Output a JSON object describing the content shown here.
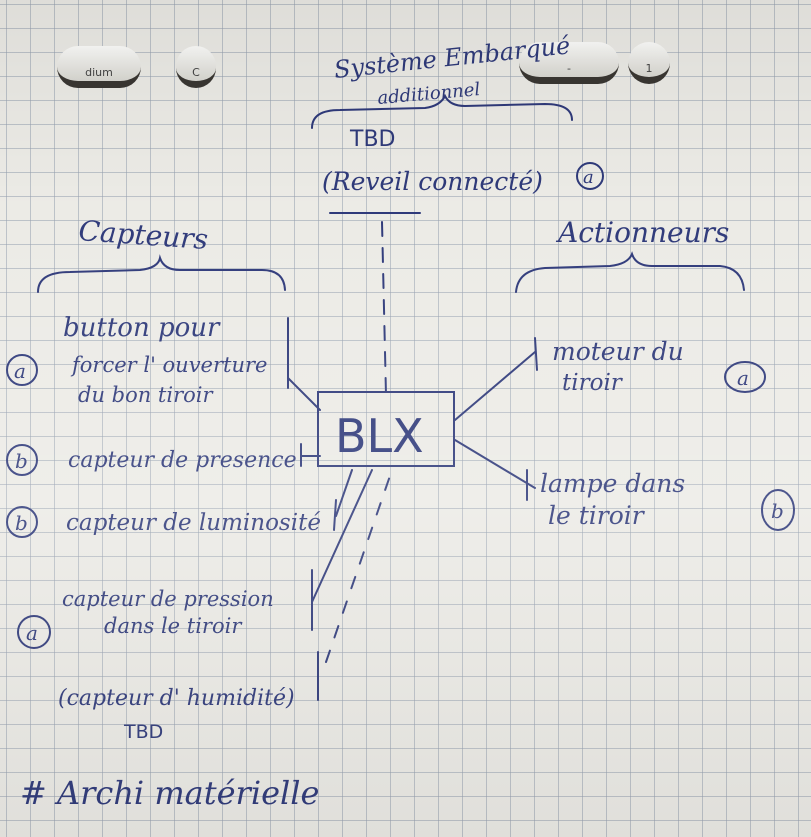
{
  "holes": [
    {
      "text": "dium"
    },
    {
      "text": "C"
    },
    {
      "text": "-"
    },
    {
      "text": "1"
    }
  ],
  "system_block": {
    "title_line1": "Système Embarqué",
    "title_line2": "additionnel",
    "tbd": "TBD",
    "item": "(Reveil connecté)",
    "item_tag": "a"
  },
  "groups": {
    "sensors_heading": "Capteurs",
    "actuators_heading": "Actionneurs"
  },
  "center": {
    "label": "BLX"
  },
  "sensors": [
    {
      "lines": [
        "button pour",
        "forcer l' ouverture",
        "du bon tiroir"
      ],
      "tag": "a"
    },
    {
      "lines": [
        "capteur de presence"
      ],
      "tag": "b"
    },
    {
      "lines": [
        "capteur de luminosité"
      ],
      "tag": "b"
    },
    {
      "lines": [
        "capteur de pression",
        "dans le tiroir"
      ],
      "tag": "a"
    },
    {
      "lines": [
        "(capteur d' humidité)",
        "TBD"
      ],
      "tag": ""
    }
  ],
  "actuators": [
    {
      "lines": [
        "moteur du",
        "tiroir"
      ],
      "tag": "a"
    },
    {
      "lines": [
        "lampe dans",
        "le tiroir"
      ],
      "tag": "b"
    }
  ],
  "footer": {
    "title": "# Archi matérielle"
  },
  "colors": {
    "ink": "#2f3a7a",
    "paper": "#ecebe6",
    "grid": "#96a0af"
  }
}
